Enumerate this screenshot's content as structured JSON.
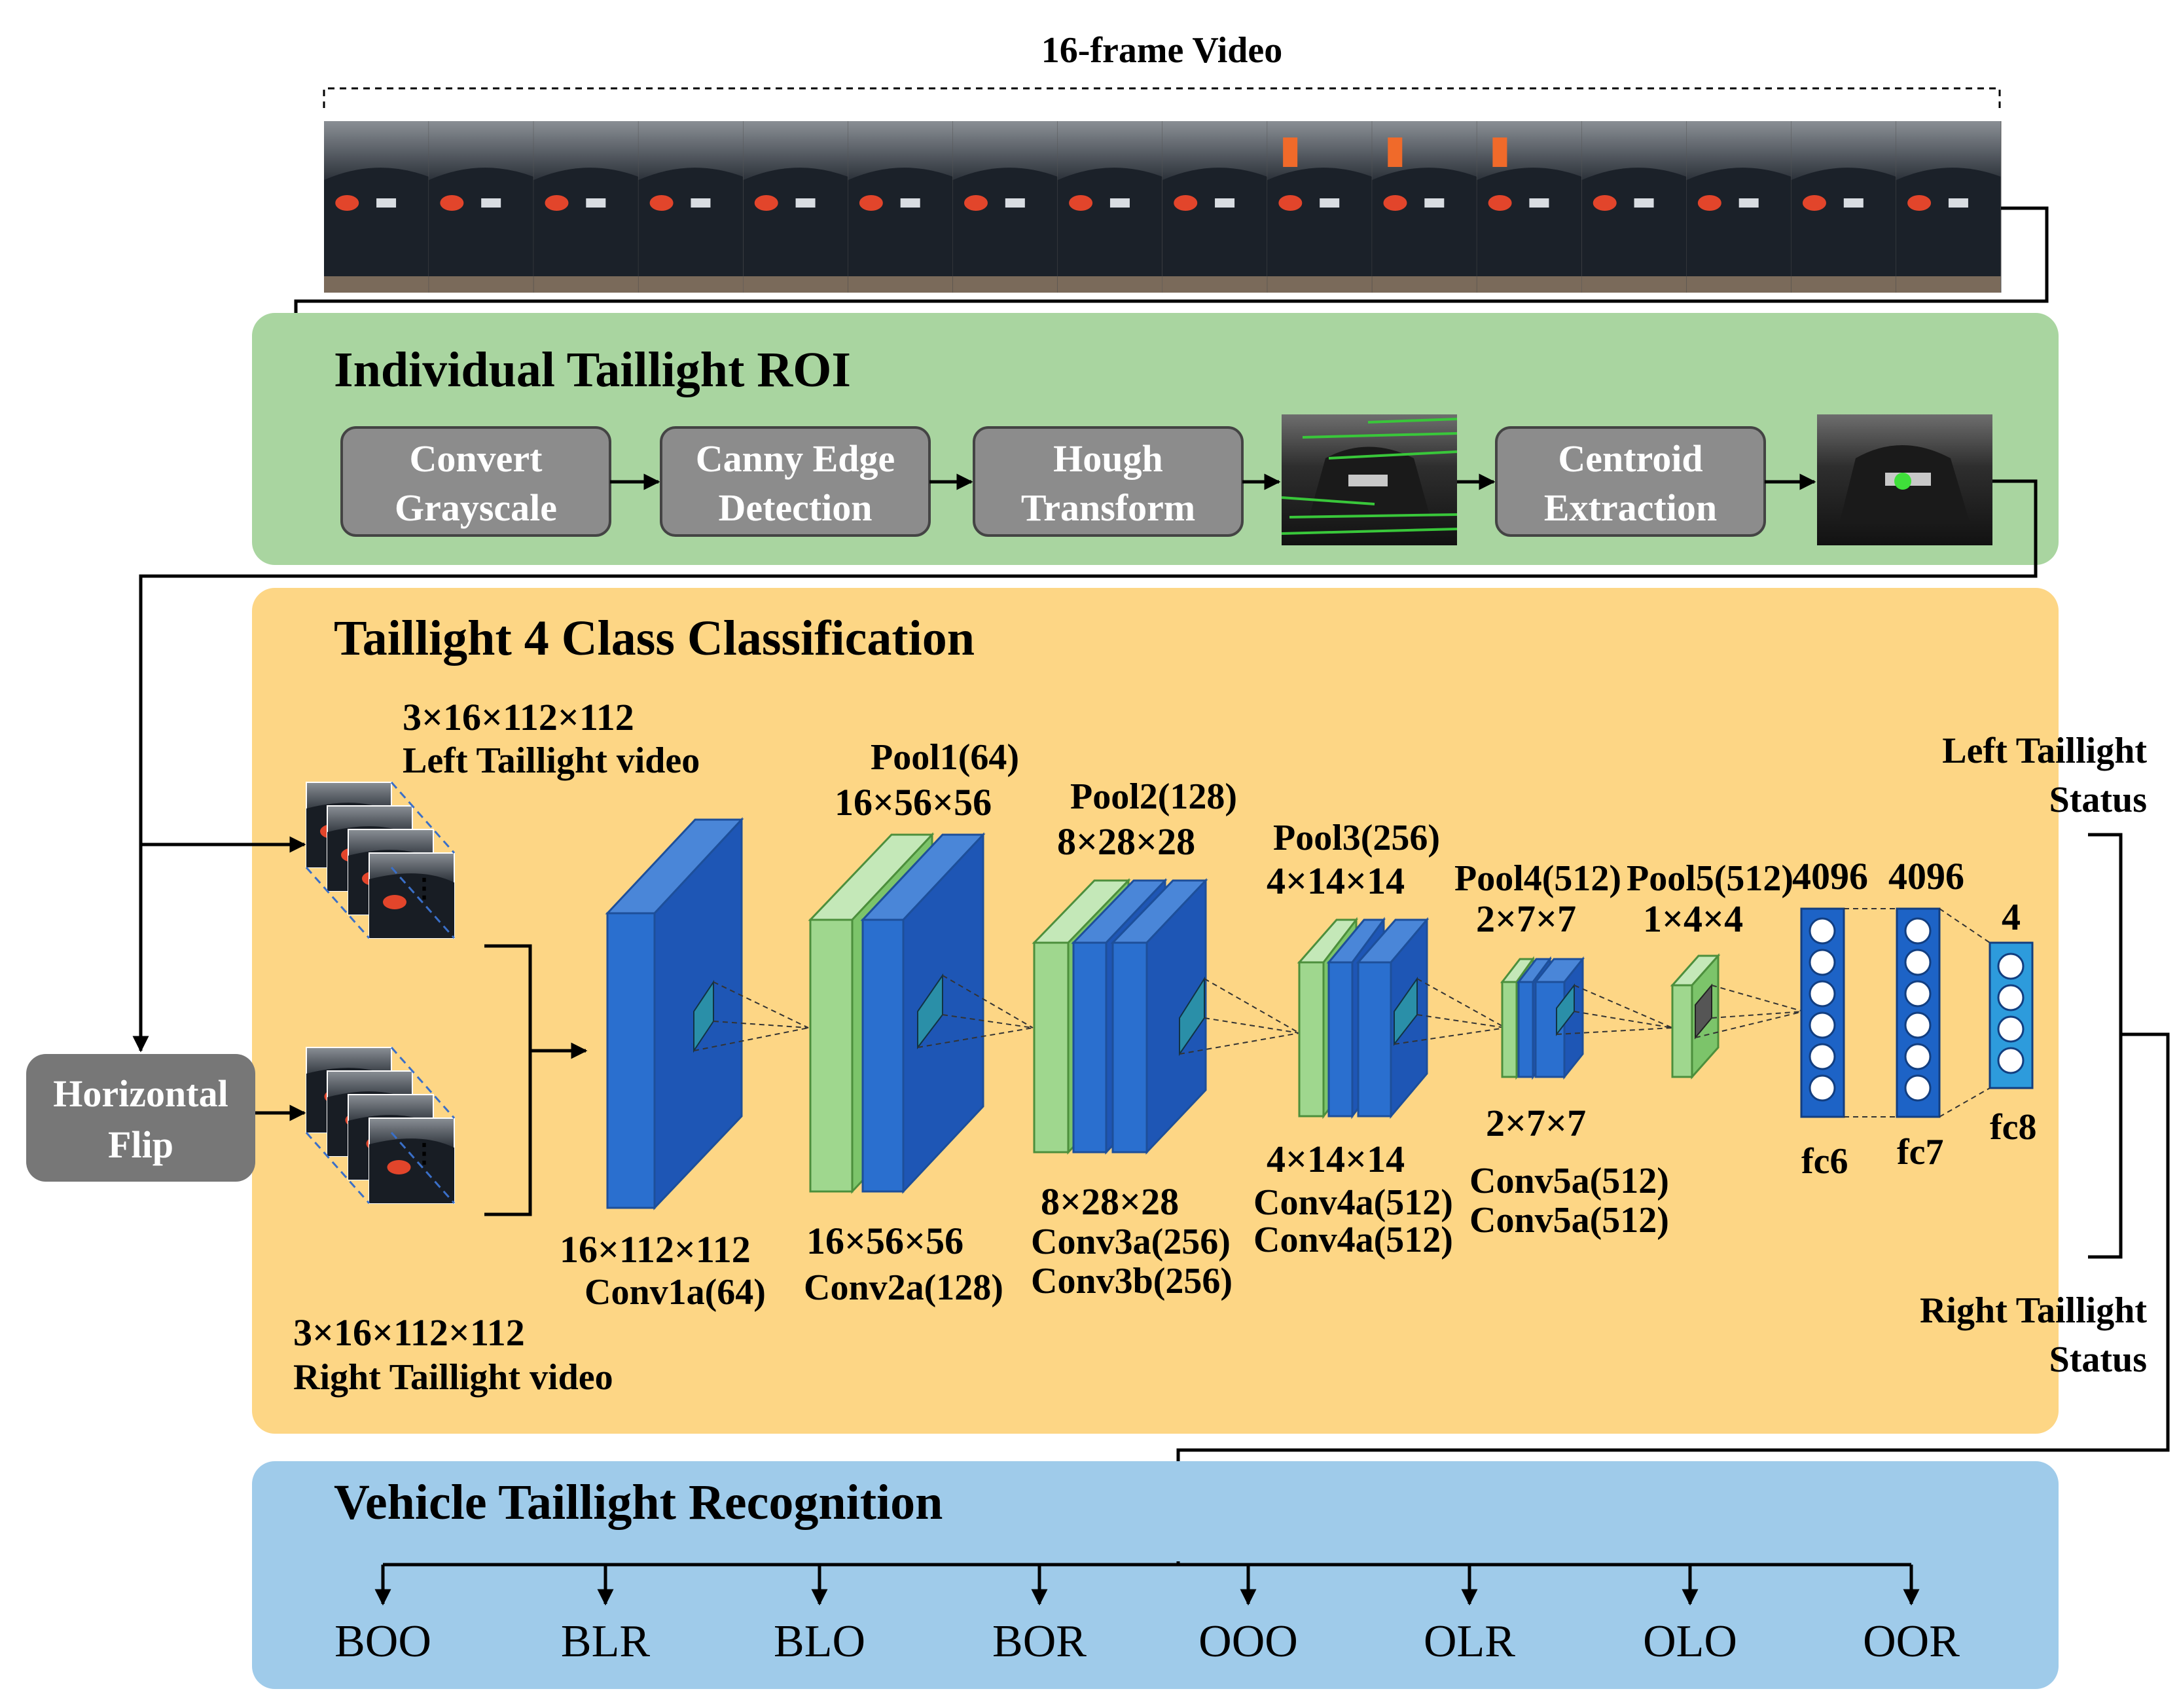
{
  "video": {
    "title": "16-frame Video",
    "frame_count": 16
  },
  "roi": {
    "title": "Individual Taillight ROI",
    "steps": [
      {
        "line1": "Convert",
        "line2": "Grayscale"
      },
      {
        "line1": "Canny Edge",
        "line2": "Detection"
      },
      {
        "line1": "Hough",
        "line2": "Transform"
      },
      {
        "line1": "Centroid",
        "line2": "Extraction"
      }
    ]
  },
  "classification": {
    "title": "Taillight 4 Class Classification",
    "left_input": {
      "dims": "3×16×112×112",
      "label": "Left Taillight video"
    },
    "right_input": {
      "dims": "3×16×112×112",
      "label": "Right Taillight video"
    },
    "flip": {
      "line1": "Horizontal",
      "line2": "Flip"
    },
    "conv1": {
      "dims": "16×112×112",
      "name": "Conv1a(64)"
    },
    "pool1": {
      "name": "Pool1(64)",
      "dims": "16×56×56"
    },
    "conv2": {
      "dims": "16×56×56",
      "name": "Conv2a(128)"
    },
    "pool2": {
      "name": "Pool2(128)",
      "dims": "8×28×28"
    },
    "conv3": {
      "dims": "8×28×28",
      "name1": "Conv3a(256)",
      "name2": "Conv3b(256)"
    },
    "pool3": {
      "name": "Pool3(256)",
      "dims": "4×14×14"
    },
    "conv4": {
      "dims": "4×14×14",
      "name1": "Conv4a(512)",
      "name2": "Conv4a(512)"
    },
    "pool4": {
      "name": "Pool4(512)",
      "dims": "2×7×7"
    },
    "conv5": {
      "dims": "2×7×7",
      "name1": "Conv5a(512)",
      "name2": "Conv5a(512)"
    },
    "pool5": {
      "name": "Pool5(512)",
      "dims": "1×4×4"
    },
    "fc6": {
      "size": "4096",
      "name": "fc6"
    },
    "fc7": {
      "size": "4096",
      "name": "fc7"
    },
    "fc8": {
      "size": "4",
      "name": "fc8"
    },
    "left_status": {
      "line1": "Left Taillight",
      "line2": "Status"
    },
    "right_status": {
      "line1": "Right Taillight",
      "line2": "Status"
    }
  },
  "recognition": {
    "title": "Vehicle Taillight Recognition",
    "classes": [
      "BOO",
      "BLR",
      "BLO",
      "BOR",
      "OOO",
      "OLR",
      "OLO",
      "OOR"
    ]
  },
  "colors": {
    "roi_panel": "#a9d5a0",
    "classification_panel": "#fdd685",
    "recognition_panel": "#9fcbea",
    "step_box": "#8c8c8c",
    "conv_blue": "#2a6fcf",
    "pool_green": "#9fd78e",
    "fc_blue": "#1d63c6",
    "fc8_blue": "#2d9bdc"
  }
}
